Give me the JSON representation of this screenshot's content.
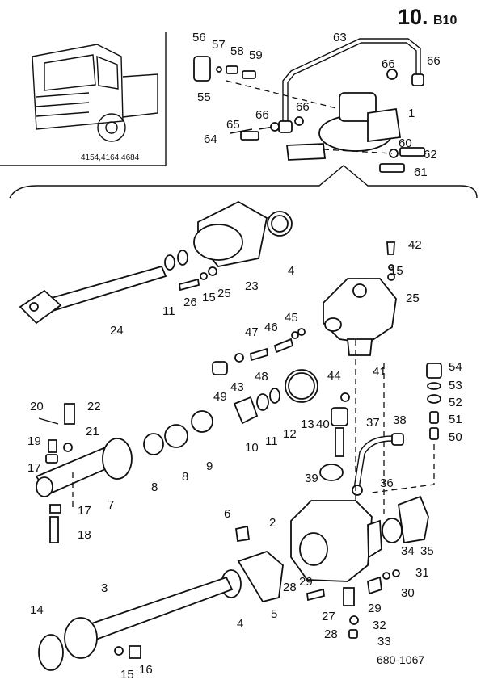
{
  "header": {
    "section_number": "10.",
    "section_code": "B10"
  },
  "inset": {
    "models_text": "4154,4164,4684"
  },
  "footer": {
    "drawing_number": "680-1067"
  },
  "callouts": [
    "1",
    "2",
    "3",
    "4",
    "4",
    "5",
    "6",
    "7",
    "8",
    "8",
    "9",
    "10",
    "11",
    "11",
    "12",
    "13",
    "14",
    "15",
    "15",
    "15",
    "16",
    "17",
    "17",
    "18",
    "19",
    "20",
    "21",
    "22",
    "23",
    "24",
    "25",
    "25",
    "26",
    "27",
    "28",
    "28",
    "29",
    "29",
    "30",
    "31",
    "32",
    "33",
    "34",
    "35",
    "36",
    "37",
    "38",
    "39",
    "40",
    "41",
    "42",
    "43",
    "44",
    "45",
    "46",
    "47",
    "48",
    "49",
    "50",
    "51",
    "52",
    "53",
    "54",
    "55",
    "56",
    "57",
    "58",
    "59",
    "60",
    "61",
    "62",
    "63",
    "64",
    "65",
    "66",
    "66",
    "66",
    "66"
  ]
}
